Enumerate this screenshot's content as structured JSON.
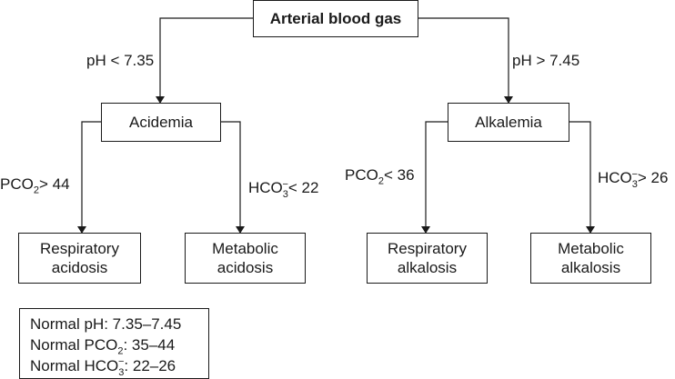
{
  "root": {
    "label": "Arterial blood gas"
  },
  "branches": {
    "left_condition": "pH < 7.35",
    "right_condition": "pH > 7.45"
  },
  "nodes": {
    "acidemia": "Acidemia",
    "alkalemia": "Alkalemia",
    "resp_acidosis_1": "Respiratory",
    "resp_acidosis_2": "acidosis",
    "met_acidosis_1": "Metabolic",
    "met_acidosis_2": "acidosis",
    "resp_alkalosis_1": "Respiratory",
    "resp_alkalosis_2": "alkalosis",
    "met_alkalosis_1": "Metabolic",
    "met_alkalosis_2": "alkalosis"
  },
  "edges": {
    "pco2_gt": {
      "prefix": "PCO",
      "sub": "2",
      "suffix": "> 44"
    },
    "hco3_lt": {
      "prefix": "HCO",
      "sub": "3",
      "sup": "−",
      "suffix": "< 22"
    },
    "pco2_lt": {
      "prefix": "PCO",
      "sub": "2",
      "suffix": "< 36"
    },
    "hco3_gt": {
      "prefix": "HCO",
      "sub": "3",
      "sup": "−",
      "suffix": "> 26"
    }
  },
  "legend": {
    "line1": "Normal pH: 7.35–7.45",
    "line2_prefix": "Normal PCO",
    "line2_sub": "2",
    "line2_suffix": ": 35–44",
    "line3_prefix": "Normal HCO",
    "line3_sub": "3",
    "line3_sup": "−",
    "line3_suffix": ": 22–26"
  }
}
